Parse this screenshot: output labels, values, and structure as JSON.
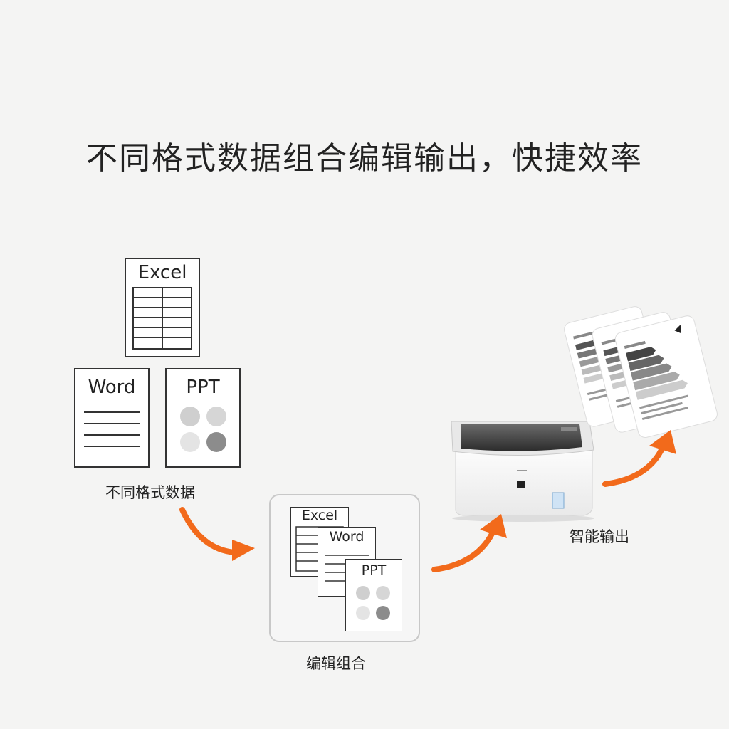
{
  "headline": "不同格式数据组合编辑输出，快捷效率",
  "sources": {
    "excel_label": "Excel",
    "word_label": "Word",
    "ppt_label": "PPT",
    "caption": "不同格式数据"
  },
  "combined": {
    "excel_label": "Excel",
    "word_label": "Word",
    "ppt_label": "PPT",
    "caption": "编辑组合"
  },
  "printer": {
    "caption": "智能输出"
  },
  "colors": {
    "arrow": "#f26a1b",
    "background": "#f4f4f3",
    "outline": "#333333"
  }
}
